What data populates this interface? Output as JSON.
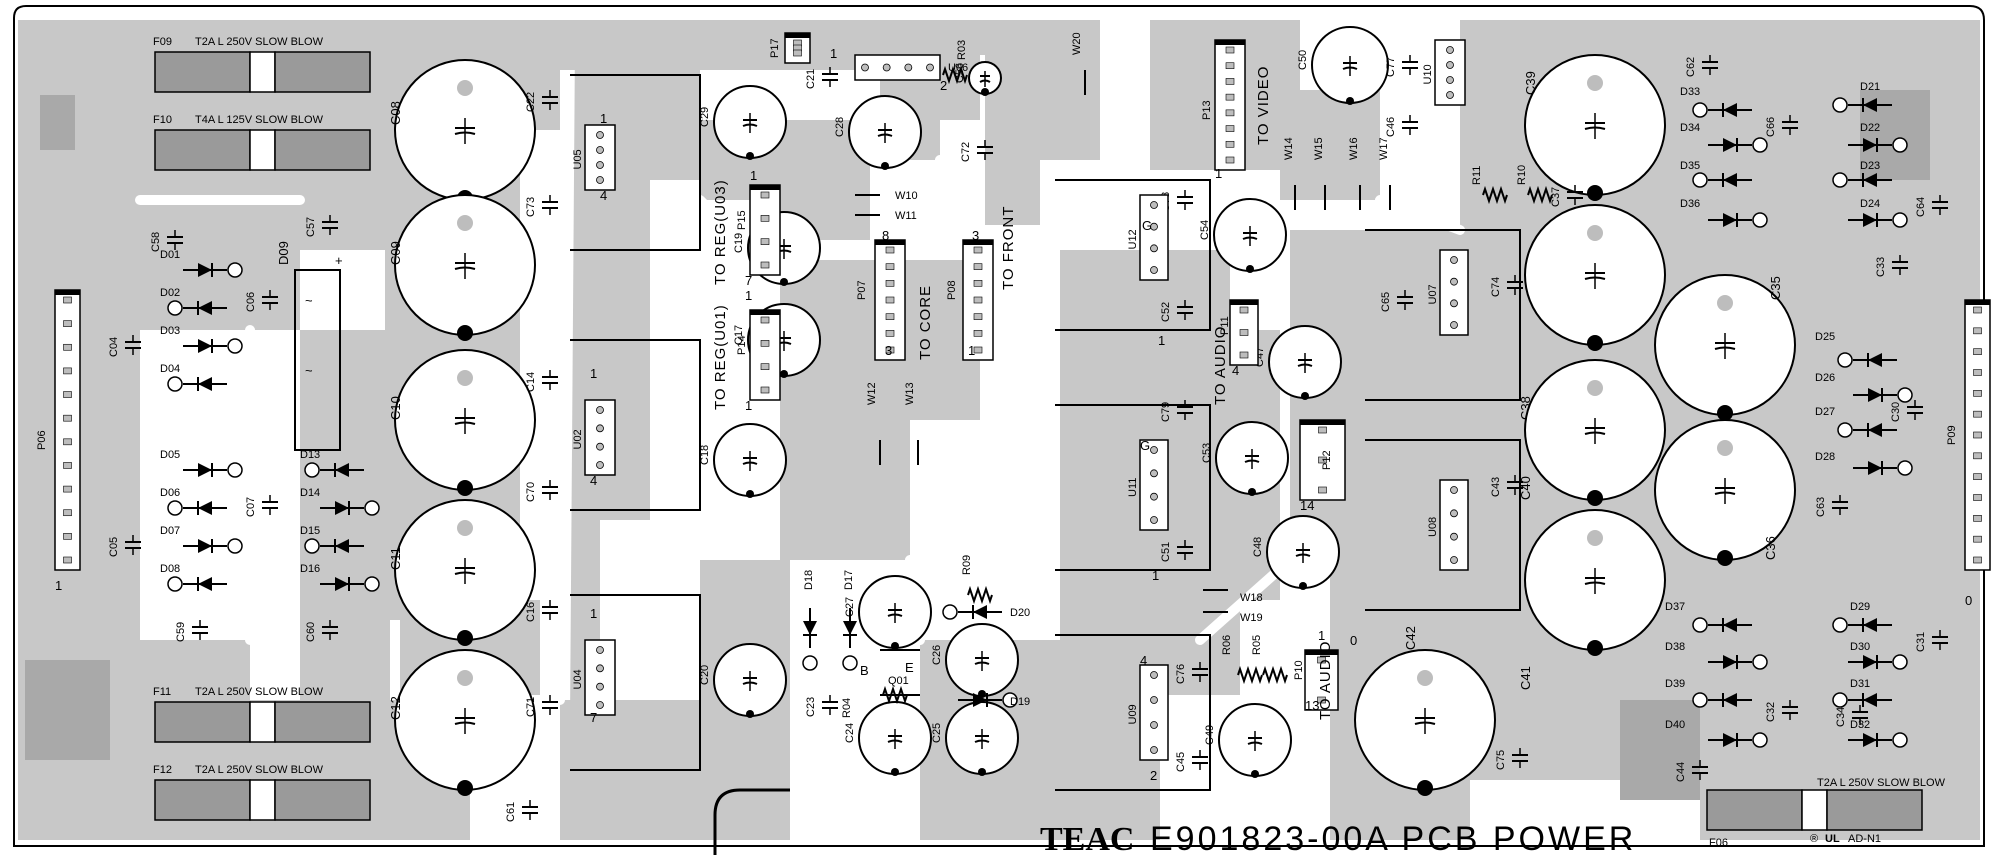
{
  "board": {
    "brand": "TEAC",
    "part_number": "E901823-00A PCB POWER",
    "approval_mark": "AD-N1"
  },
  "colors": {
    "background": "#ffffff",
    "copper": "#c8c8c8",
    "copper_dark": "#a9a9a9",
    "ink": "#000000"
  },
  "fuses": [
    {
      "ref": "F09",
      "rating": "T2A L 250V SLOW BLOW"
    },
    {
      "ref": "F10",
      "rating": "T4A L 125V SLOW BLOW"
    },
    {
      "ref": "F11",
      "rating": "T2A L 250V SLOW BLOW"
    },
    {
      "ref": "F12",
      "rating": "T2A L 250V SLOW BLOW"
    },
    {
      "ref": "F06",
      "rating": "T2A L 250V SLOW BLOW"
    }
  ],
  "connector_labels": {
    "to_reg_u03": "TO REG(U03)",
    "to_reg_u01": "TO REG(U01)",
    "to_core": "TO CORE",
    "to_front": "TO FRONT",
    "to_video": "TO VIDEO",
    "to_audio_p11": "TO AUDIO",
    "to_audio_p10": "TO AUDIO"
  },
  "pin_marks": [
    "1",
    "4",
    "1",
    "4",
    "1",
    "7",
    "1",
    "7",
    "1",
    "1",
    "8",
    "3",
    "3",
    "1",
    "1",
    "2",
    "1",
    "4",
    "14",
    "1",
    "13",
    "0",
    "1",
    "0",
    "G",
    "1",
    "G",
    "1",
    "4",
    "2",
    "B",
    "E"
  ],
  "big_caps": [
    "C08",
    "C09",
    "C10",
    "C11",
    "C12",
    "C39",
    "C38",
    "C40",
    "C41",
    "C35",
    "C36",
    "C42"
  ],
  "mid_caps": [
    "C29",
    "C28",
    "C19",
    "C17",
    "C18",
    "C20",
    "C27",
    "C24",
    "C26",
    "C25",
    "C54",
    "C47",
    "C53",
    "C48",
    "C49",
    "C50",
    "C56"
  ],
  "small_caps": [
    "C22",
    "C73",
    "C14",
    "C70",
    "C16",
    "C71",
    "C61",
    "C58",
    "C57",
    "C06",
    "C04",
    "C05",
    "C07",
    "C59",
    "C60",
    "C21",
    "C72",
    "C23",
    "C78",
    "C52",
    "C79",
    "C51",
    "C76",
    "C45",
    "C77",
    "C46",
    "C37",
    "C74",
    "C43",
    "C75",
    "C44",
    "C62",
    "C66",
    "C64",
    "C33",
    "C30",
    "C63",
    "C31",
    "C65",
    "C32",
    "C34"
  ],
  "diodes": [
    "D01",
    "D02",
    "D03",
    "D04",
    "D05",
    "D06",
    "D07",
    "D08",
    "D13",
    "D14",
    "D15",
    "D16",
    "D18",
    "D17",
    "D20",
    "D19",
    "D33",
    "D34",
    "D35",
    "D36",
    "D21",
    "D22",
    "D23",
    "D24",
    "D25",
    "D26",
    "D27",
    "D28",
    "D37",
    "D38",
    "D39",
    "D40",
    "D29",
    "D30",
    "D31",
    "D32"
  ],
  "ics": [
    "U05",
    "U02",
    "U04",
    "U06",
    "U12",
    "U11",
    "U09",
    "U07",
    "U08",
    "U10"
  ],
  "connectors": [
    "P06",
    "P17",
    "P15",
    "P14",
    "P07",
    "P08",
    "P13",
    "P11",
    "P12",
    "P10",
    "P09"
  ],
  "bridge": "D09",
  "resistors": [
    "R03",
    "R09",
    "R04",
    "R05",
    "R06",
    "R10",
    "R11"
  ],
  "transistor": "Q01",
  "jumpers": [
    "W20",
    "W10",
    "W11",
    "W12",
    "W13",
    "W14",
    "W15",
    "W16",
    "W17",
    "W18",
    "W19"
  ]
}
